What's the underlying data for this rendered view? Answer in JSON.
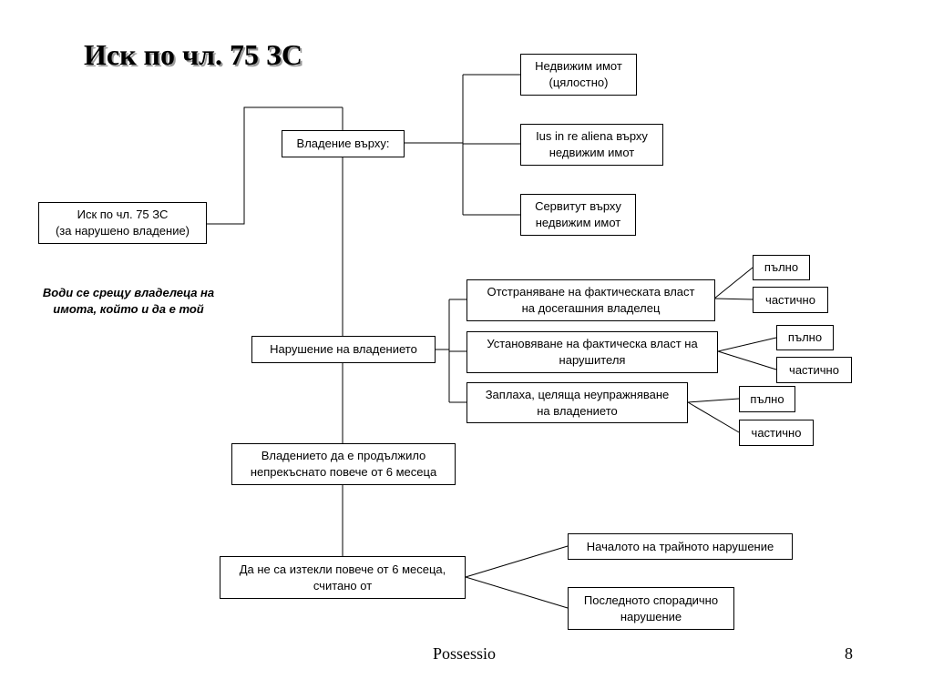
{
  "title": "Иск по чл. 75 ЗС",
  "note": "Води се срещу владелеца на\nимота, който и да е той",
  "footer": {
    "label": "Possessio",
    "page_number": "8"
  },
  "nodes": {
    "claim": "Иск по чл. 75 ЗС\n(за нарушено владение)",
    "possession_over": "Владение върху:",
    "immovable_whole": "Недвижим имот\n(цялостно)",
    "ius_in_re_aliena": "Ius in re aliena върху\nнедвижим имот",
    "servitude": "Сервитут върху\nнедвижим имот",
    "violation": "Нарушение на владението",
    "removal": "Отстраняване на фактическата власт\nна досегашния владелец",
    "establishment": "Установяване на фактическа власт на\nнарушителя",
    "threat": "Заплаха, целяща неупражняване\nна владението",
    "full_1": "пълно",
    "partial_1": "частично",
    "full_2": "пълно",
    "partial_2": "частично",
    "full_3": "пълно",
    "partial_3": "частично",
    "continued": "Владението да е продължило\nнепрекъснато повече от 6 месеца",
    "not_expired": "Да не са изтекли повече от 6 месеца,\nсчитано от",
    "permanent_start": "Началото на трайното нарушение",
    "last_sporadic": "Последното спорадично\nнарушение"
  }
}
